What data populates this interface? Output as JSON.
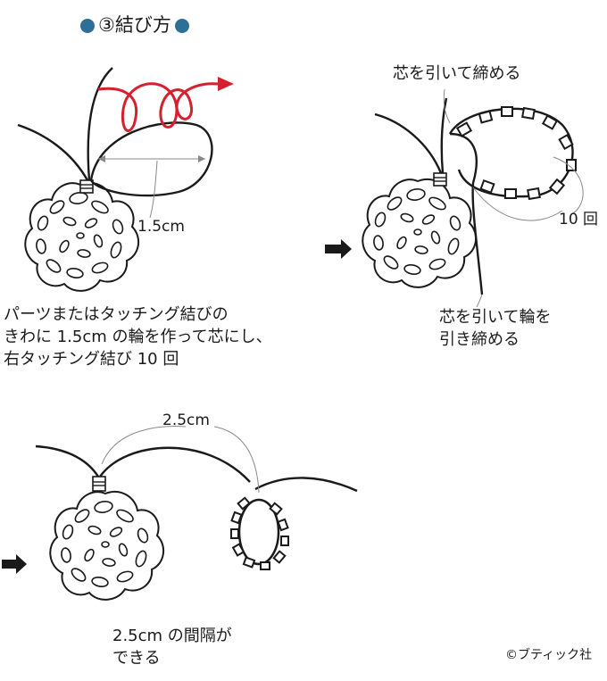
{
  "title": {
    "text": "③結び方",
    "dot_color": "#2e6f98"
  },
  "step1": {
    "measure": "1.5cm",
    "caption": [
      "パーツまたはタッチング結びの",
      "きわに 1.5cm の輪を作って芯にし、",
      "右タッチング結び 10 回"
    ]
  },
  "step2": {
    "label_top": "芯を引いて締める",
    "label_count": "10 回",
    "caption": [
      "芯を引いて輪を",
      "引き締める"
    ]
  },
  "step3": {
    "measure": "2.5cm",
    "caption": [
      "2.5cm の間隔が",
      "できる"
    ]
  },
  "credit": "©ブティック社",
  "colors": {
    "thread": "#1a1a1a",
    "red_thread": "#d7202f",
    "accent": "#2e6f98"
  }
}
